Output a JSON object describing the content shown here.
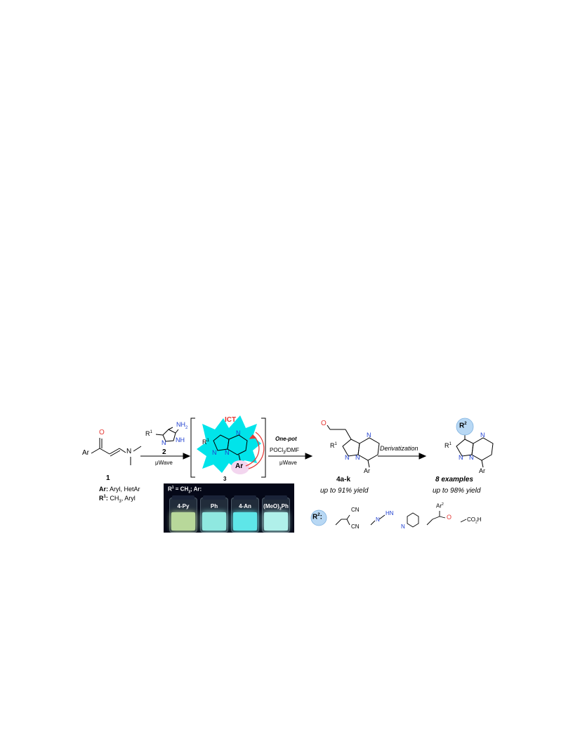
{
  "compound1": {
    "number": "1",
    "ar_label": "Ar:",
    "ar_value": "Aryl, HetAr",
    "r1_label": "R",
    "r1_sup": "1",
    "r1_sep": ":",
    "r1_value": "CH",
    "r1_value_sub": "3",
    "r1_value_tail": ", Aryl",
    "ar_group": "Ar",
    "o_atom": "O",
    "n_atom": "N"
  },
  "compound2": {
    "number": "2",
    "nh2": "NH",
    "nh2_sub": "2",
    "nh": "NH",
    "n": "N",
    "r1": "R",
    "r1_sup": "1"
  },
  "step1": {
    "condition": "μWave"
  },
  "compound3": {
    "number": "3",
    "ict": "ICT",
    "ar": "Ar",
    "r1": "R",
    "r1_sup": "1",
    "n1": "N",
    "n2": "N",
    "n3": "N"
  },
  "photo": {
    "title": "R",
    "title_sup": "1",
    "title_mid": " = CH",
    "title_sub": "3",
    "title_tail": "; Ar:",
    "vials": [
      {
        "label": "4-Py",
        "color": "#b8d89a"
      },
      {
        "label": "Ph",
        "color": "#8fe8e0"
      },
      {
        "label": "4-An",
        "color": "#5ee6e8"
      },
      {
        "label": "(MeO)",
        "label_sub": "3",
        "label_tail": "Ph",
        "color": "#b0f0ea"
      }
    ]
  },
  "step2": {
    "line1": "One-pot",
    "line2_a": "POCl",
    "line2_sub": "3",
    "line2_b": "/DMF",
    "line3": "μWave"
  },
  "compound4": {
    "number": "4a-k",
    "yield": "up to 91% yield",
    "o": "O",
    "r1": "R",
    "r1_sup": "1",
    "ar": "Ar",
    "n1": "N",
    "n2": "N",
    "n3": "N"
  },
  "step3": {
    "label": "Derivatization"
  },
  "product": {
    "count": "8 examples",
    "yield": "up to 98% yield",
    "r2": "R",
    "r2_sup": "2",
    "r1": "R",
    "r1_sup": "1",
    "ar": "Ar",
    "n1": "N",
    "n2": "N",
    "n3": "N"
  },
  "r2_legend": {
    "label": "R",
    "label_sup": "2",
    "label_colon": ":",
    "cn1": "CN",
    "cn2": "CN",
    "hn": "HN",
    "n_eq": "N",
    "n_py": "N",
    "ar2": "Ar",
    "ar2_sup": "2",
    "o": "O",
    "co2h": "CO",
    "co2h_sub": "2",
    "co2h_tail": "H"
  }
}
